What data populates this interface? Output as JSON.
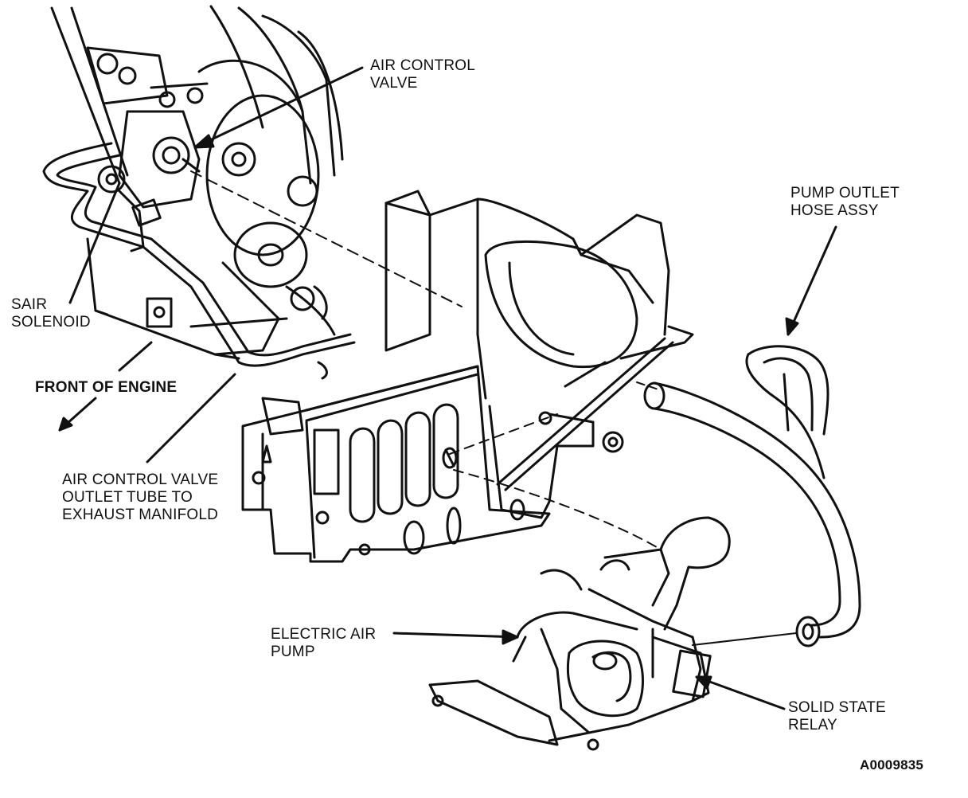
{
  "labels": {
    "air_control_valve": [
      "AIR CONTROL",
      "VALVE"
    ],
    "pump_outlet_hose": [
      "PUMP OUTLET",
      "HOSE ASSY"
    ],
    "sair_solenoid": [
      "SAIR",
      "SOLENOID"
    ],
    "front_of_engine": "FRONT OF ENGINE",
    "outlet_tube": [
      "AIR CONTROL VALVE",
      "OUTLET TUBE TO",
      "EXHAUST MANIFOLD"
    ],
    "electric_air_pump": [
      "ELECTRIC AIR",
      "PUMP"
    ],
    "solid_state_relay": [
      "SOLID STATE",
      "RELAY"
    ],
    "figure_id": "A0009835"
  }
}
